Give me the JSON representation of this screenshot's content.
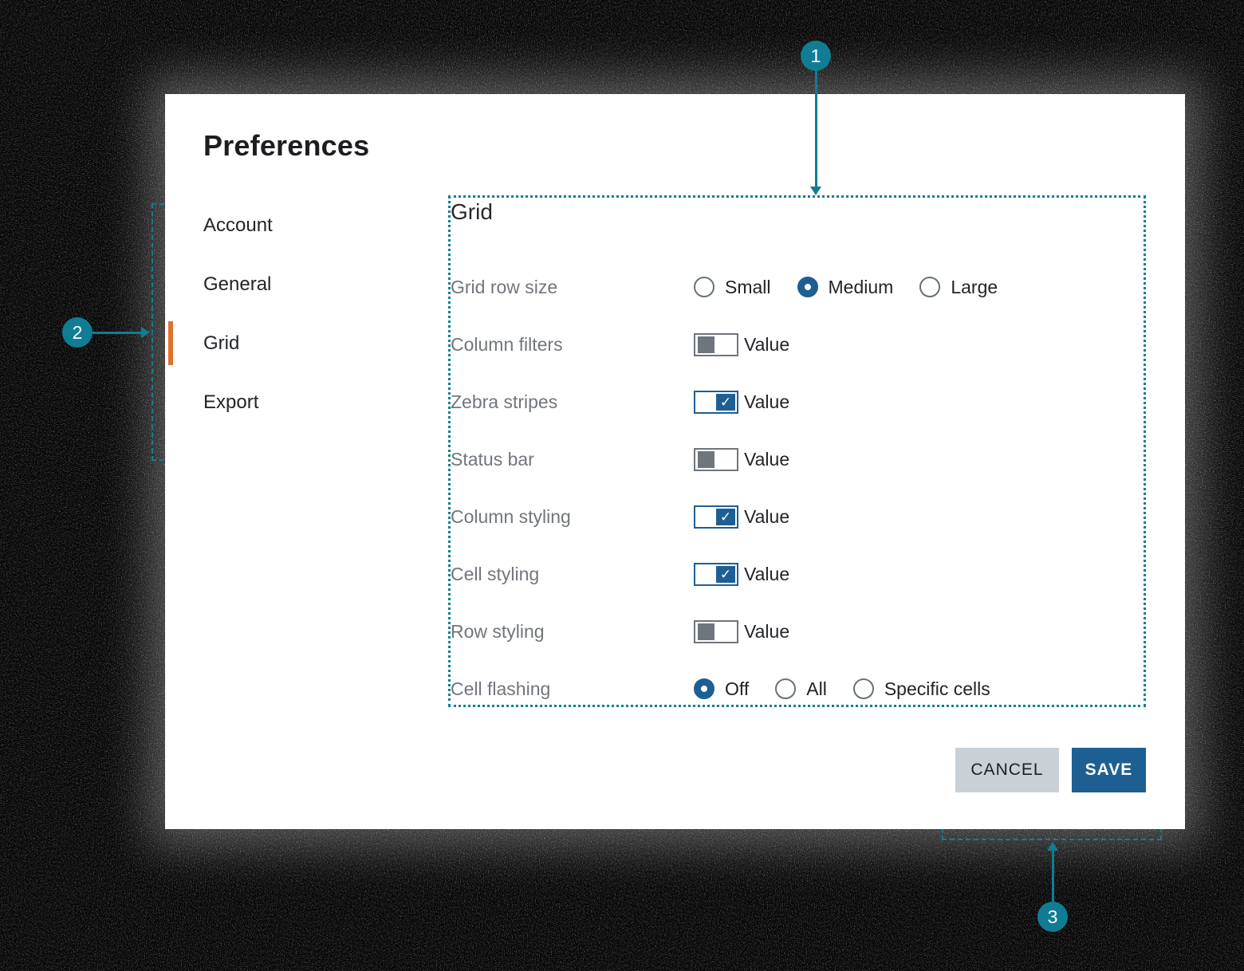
{
  "colors": {
    "accent_blue": "#1d5f93",
    "annotation_teal": "#107d94",
    "active_indicator_orange": "#e2702a",
    "cancel_button_gray": "#c9d0d6"
  },
  "icons": {
    "check": "✓"
  },
  "annotations": {
    "callouts": [
      {
        "number": "1"
      },
      {
        "number": "2"
      },
      {
        "number": "3"
      }
    ]
  },
  "dialog": {
    "title": "Preferences",
    "sidebar": {
      "items": [
        {
          "label": "Account",
          "active": false
        },
        {
          "label": "General",
          "active": false
        },
        {
          "label": "Grid",
          "active": true
        },
        {
          "label": "Export",
          "active": false
        }
      ]
    },
    "panel": {
      "heading": "Grid",
      "rows": [
        {
          "label": "Grid row size",
          "control": "radio-group",
          "options": [
            {
              "label": "Small",
              "selected": false
            },
            {
              "label": "Medium",
              "selected": true
            },
            {
              "label": "Large",
              "selected": false
            }
          ]
        },
        {
          "label": "Column filters",
          "control": "toggle",
          "checked": false,
          "value_label": "Value"
        },
        {
          "label": "Zebra stripes",
          "control": "toggle",
          "checked": true,
          "value_label": "Value"
        },
        {
          "label": "Status bar",
          "control": "toggle",
          "checked": false,
          "value_label": "Value"
        },
        {
          "label": "Column styling",
          "control": "toggle",
          "checked": true,
          "value_label": "Value"
        },
        {
          "label": "Cell styling",
          "control": "toggle",
          "checked": true,
          "value_label": "Value"
        },
        {
          "label": "Row styling",
          "control": "toggle",
          "checked": false,
          "value_label": "Value"
        },
        {
          "label": "Cell flashing",
          "control": "radio-group",
          "options": [
            {
              "label": "Off",
              "selected": true
            },
            {
              "label": "All",
              "selected": false
            },
            {
              "label": "Specific cells",
              "selected": false
            }
          ]
        }
      ],
      "footer": {
        "cancel_label": "CANCEL",
        "save_label": "SAVE"
      }
    }
  }
}
